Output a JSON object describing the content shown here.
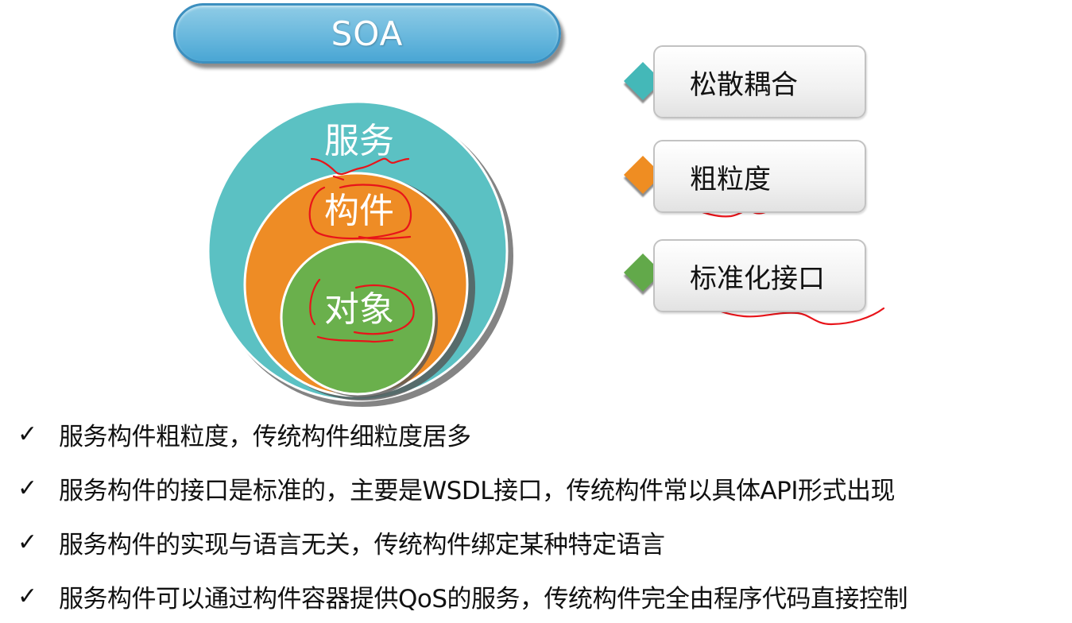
{
  "title": "SOA",
  "diagram": {
    "outer_label": "服务",
    "middle_label": "构件",
    "inner_label": "对象",
    "colors": {
      "outer": "#5bc1c3",
      "middle": "#ee8c25",
      "inner": "#6ab04c",
      "annotation": "#e8141a"
    }
  },
  "features": [
    {
      "label": "松散耦合",
      "color": "#44b8b8"
    },
    {
      "label": "粗粒度",
      "color": "#ef8d22"
    },
    {
      "label": "标准化接口",
      "color": "#62a94a"
    }
  ],
  "bullets": [
    {
      "check": "✓",
      "text": "服务构件粗粒度，传统构件细粒度居多"
    },
    {
      "check": "✓",
      "text": "服务构件的接口是标准的，主要是WSDL接口，传统构件常以具体API形式出现"
    },
    {
      "check": "✓",
      "text": "服务构件的实现与语言无关，传统构件绑定某种特定语言"
    },
    {
      "check": "✓",
      "text": "服务构件可以通过构件容器提供QoS的服务，传统构件完全由程序代码直接控制"
    }
  ]
}
